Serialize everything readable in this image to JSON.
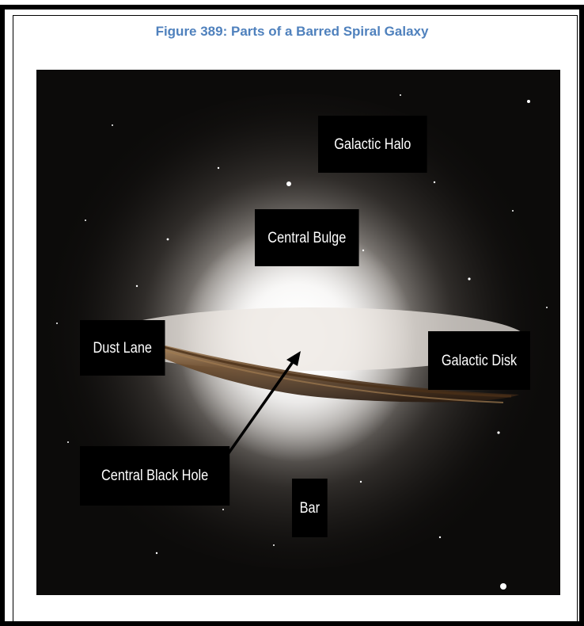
{
  "figure": {
    "caption": "Figure 389: Parts of a Barred Spiral Galaxy",
    "labels": {
      "galactic_halo": "Galactic Halo",
      "central_bulge": "Central Bulge",
      "dust_lane": "Dust Lane",
      "galactic_disk": "Galactic Disk",
      "central_black_hole": "Central Black Hole",
      "bar": "Bar"
    },
    "colors": {
      "caption": "#4f81bd",
      "label_background": "#000000",
      "label_text": "#ffffff",
      "space": "#0c0b0a",
      "dust_lane": "#6b4a2a"
    }
  }
}
